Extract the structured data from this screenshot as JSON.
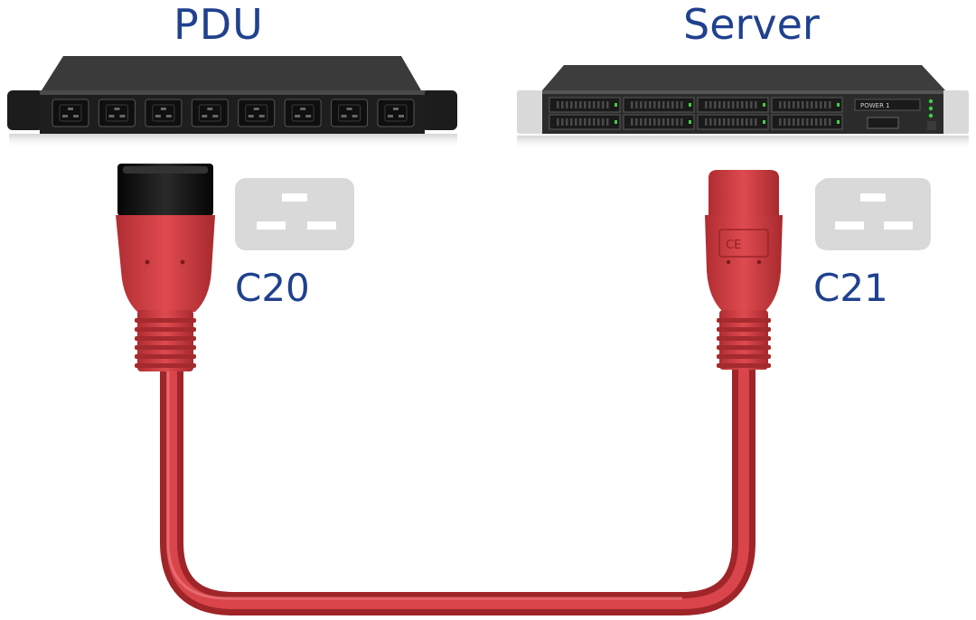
{
  "diagram": {
    "pdu": {
      "title": "PDU",
      "outlet_count": 8
    },
    "server": {
      "title": "Server",
      "power_label": "POWER 1",
      "drive_bay_count": 8
    },
    "c20_connector": {
      "label": "C20"
    },
    "c21_connector": {
      "label": "C21"
    }
  },
  "colors": {
    "label_blue": "#20418e",
    "cable_red": "#c9363b",
    "cable_red_dark": "#9f2529",
    "cable_red_light": "#e2555a",
    "device_dark": "#2a2a2a",
    "device_top": "#3b3b3b",
    "outlet_face": "#1a1a1a",
    "socket_grey": "#d8d8d8",
    "plug_black": "#111111"
  }
}
